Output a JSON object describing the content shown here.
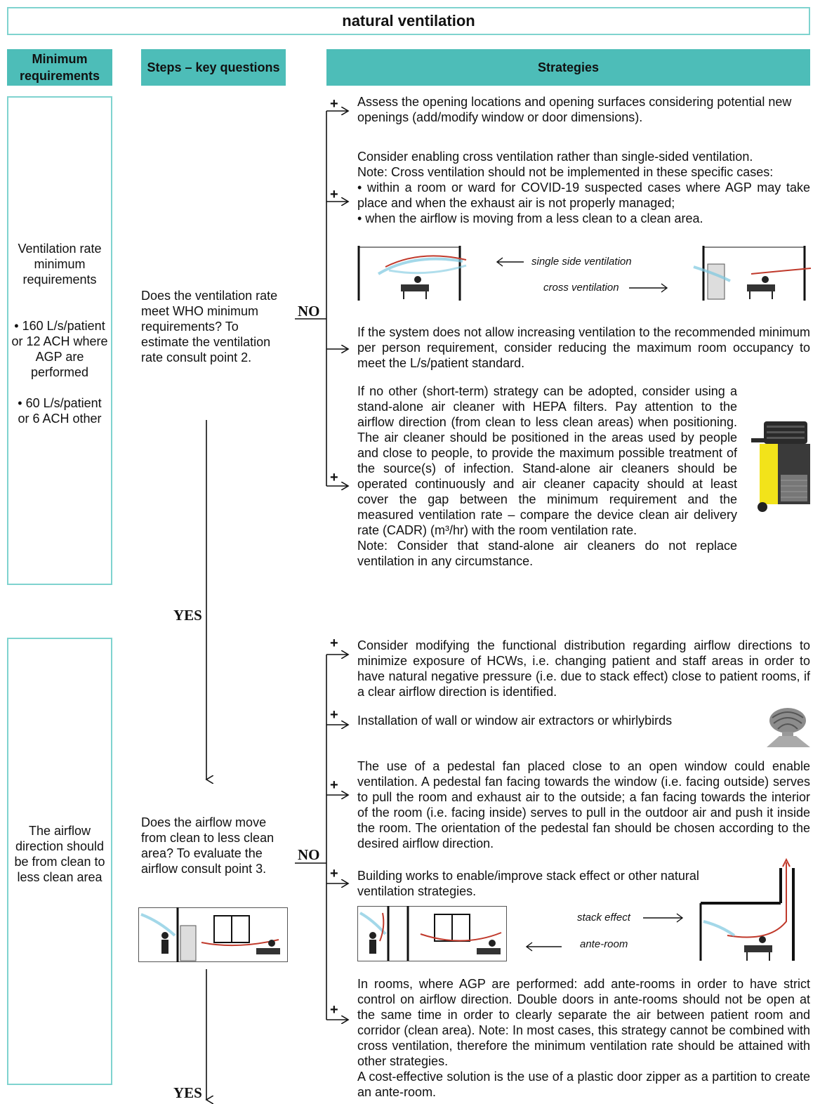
{
  "title": "natural ventilation",
  "headers": {
    "min_req": "Minimum requirements",
    "steps": "Steps – key questions",
    "strategies": "Strategies"
  },
  "section1": {
    "requirement": {
      "heading": "Ventilation rate minimum requirements",
      "item1": "• 160 L/s/patient or 12 ACH where AGP are performed",
      "item2": "• 60 L/s/patient or 6 ACH other"
    },
    "question": "Does the ventilation rate meet WHO minimum requirements? To estimate the ventilation rate consult point 2.",
    "no_label": "NO",
    "yes_label": "YES",
    "strategies": {
      "s1": "Assess the opening locations and opening surfaces considering potential new openings (add/modify window or door dimensions).",
      "s2_intro": "Consider enabling cross ventilation rather than single-sided ventilation.",
      "s2_note": "Note: Cross ventilation should not be implemented in these specific cases:",
      "s2_b1": "• within a room or ward for COVID-19 suspected cases where AGP may take place and when the exhaust air is not properly managed;",
      "s2_b2": "• when the airflow is moving from a less clean to a clean area.",
      "fig_single": "single side ventilation",
      "fig_cross": "cross ventilation",
      "s3": "If the system does not allow increasing ventilation to the recommended minimum per person requirement, consider reducing the maximum room occupancy to meet the L/s/patient standard.",
      "s4": "If no other (short-term) strategy can be adopted, consider using a stand-alone air cleaner with HEPA filters. Pay attention to the airflow direction (from clean to less clean areas) when positioning. The air cleaner should be positioned in the areas used by people and close to people, to provide the maximum possible treatment of the source(s) of infection. Stand-alone air cleaners should be operated continuously and air cleaner capacity should at least cover the gap between the minimum requirement and the measured ventilation rate – compare the device clean air delivery rate (CADR) (m³/hr) with the room ventilation rate.",
      "s4_note": "Note: Consider that stand-alone air cleaners do not replace ventilation in any circumstance."
    }
  },
  "section2": {
    "requirement": "The airflow direction should be from clean to less clean area",
    "question": "Does the airflow move from clean to less clean area? To evaluate the airflow consult point 3.",
    "no_label": "NO",
    "yes_label": "YES",
    "strategies": {
      "s1": "Consider modifying the functional distribution regarding airflow directions to minimize exposure of HCWs, i.e. changing patient and staff areas in order to have natural negative pressure (i.e. due to stack effect) close to patient rooms, if a clear airflow direction is identified.",
      "s2": "Installation of wall or window air extractors or whirlybirds",
      "s3": "The use of a pedestal fan placed close to an open window could enable ventilation. A pedestal fan facing towards the window (i.e. facing outside) serves to pull the room and exhaust air to the outside; a fan facing towards the interior of the room (i.e. facing inside) serves to pull in the outdoor air and push it inside the room. The orientation of the pedestal fan should be chosen according to the desired airflow direction.",
      "s4": "Building works to enable/improve stack effect or other natural ventilation strategies.",
      "fig_stack": "stack effect",
      "fig_ante": "ante-room",
      "s5": "In rooms, where AGP are performed: add ante-rooms in order to have strict control on airflow direction. Double doors in ante-rooms should not be open at the same time in order to clearly separate the air between patient room and corridor (clean area). Note: In most cases, this strategy cannot be combined with cross ventilation, therefore the minimum ventilation rate should be attained with other strategies.",
      "s5_extra": "A cost-effective solution is the use of a plastic door zipper as a partition to create an ante-room."
    }
  },
  "plus_symbol": "+",
  "colors": {
    "header_teal": "#4dbdb8",
    "border_teal": "#7fd3cf",
    "airflow_red": "#c0392b",
    "airflow_blue": "#7cc8e0",
    "cleaner_yellow": "#f2e31a"
  }
}
